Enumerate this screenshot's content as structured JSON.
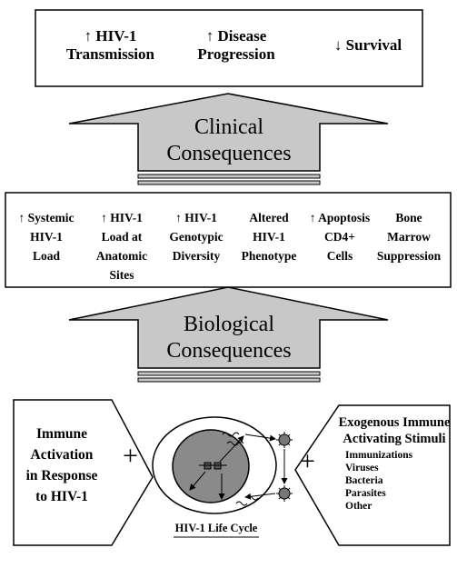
{
  "outcomes": [
    {
      "arrow": "↑",
      "line1": "HIV-1",
      "line2": "Transmission"
    },
    {
      "arrow": "↑",
      "line1": "Disease",
      "line2": "Progression"
    },
    {
      "arrow": "↓",
      "line1": "Survival",
      "line2": ""
    }
  ],
  "clinical": {
    "line1": "Clinical",
    "line2": "Consequences"
  },
  "effects": [
    {
      "arrow": "↑",
      "line1": "Systemic",
      "line2": "HIV-1",
      "line3": "Load",
      "line4": ""
    },
    {
      "arrow": "↑",
      "line1": "HIV-1",
      "line2": "Load at",
      "line3": "Anatomic",
      "line4": "Sites"
    },
    {
      "arrow": "↑",
      "line1": "HIV-1",
      "line2": "Genotypic",
      "line3": "Diversity",
      "line4": ""
    },
    {
      "arrow": "",
      "line1": "Altered",
      "line2": "HIV-1",
      "line3": "Phenotype",
      "line4": ""
    },
    {
      "arrow": "↑",
      "line1": "Apoptosis",
      "line2": "CD4+",
      "line3": "Cells",
      "line4": ""
    },
    {
      "arrow": "",
      "line1": "Bone",
      "line2": "Marrow",
      "line3": "Suppression",
      "line4": ""
    }
  ],
  "biological": {
    "line1": "Biological",
    "line2": "Consequences"
  },
  "left_input": {
    "line1": "Immune",
    "line2": "Activation",
    "line3": "in Response",
    "line4": "to HIV-1"
  },
  "plus_sign": "+",
  "right_input": {
    "title1": "Exogenous Immune",
    "title2": "Activating Stimuli",
    "items": [
      "Immunizations",
      "Viruses",
      "Bacteria",
      "Parasites",
      "Other"
    ]
  },
  "lifecycle_label": "HIV-1 Life Cycle"
}
